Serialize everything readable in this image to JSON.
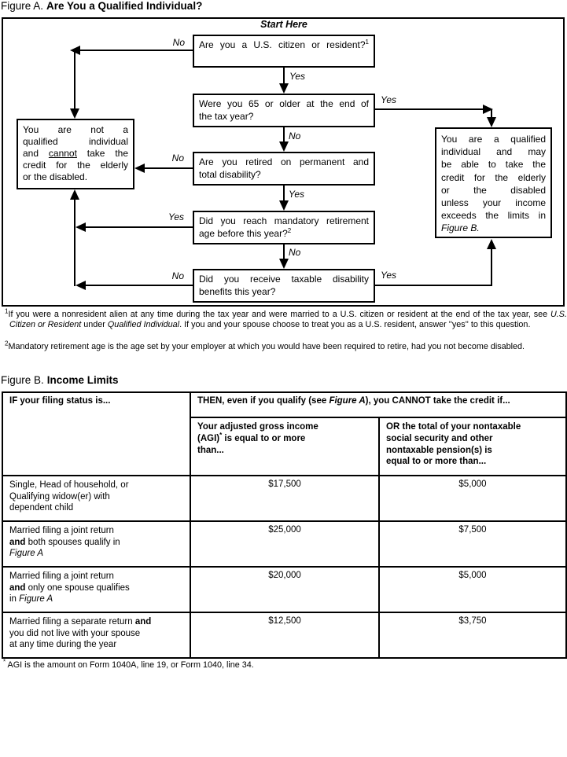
{
  "figure_a": {
    "title_prefix": "Figure A.",
    "title": "Are You a Qualified Individual?",
    "start_here": "Start Here",
    "yes": "Yes",
    "no": "No",
    "q1_segs": [
      {
        "t": "Are you a U.S. citizen or resident?"
      },
      {
        "t": "1",
        "s": "sup"
      }
    ],
    "q2_line1": "Were you 65 or older at the end of",
    "q2_line2": "the tax year?",
    "q3_line1": "Are you retired on permanent and",
    "q3_line2": "total disability?",
    "q4_line1": "Did you reach mandatory retirement",
    "q4_line2_segs": [
      {
        "t": "age before this year?"
      },
      {
        "t": "2",
        "s": "sup"
      }
    ],
    "q5_line1": "Did you receive taxable disability",
    "q5_line2": "benefits this year?",
    "not_qualified": {
      "l1": "You are not a",
      "l2": "qualified individual",
      "l3_segs": [
        {
          "t": "and "
        },
        {
          "t": "cannot",
          "s": "u"
        },
        {
          "t": " take the"
        }
      ],
      "l4": "credit for the elderly",
      "l5": "or the disabled."
    },
    "qualified": {
      "l1": "You are a qualified",
      "l2": "individual and may",
      "l3": "be able to take the",
      "l4": "credit for the elderly",
      "l5": "or the disabled",
      "l6": "unless your income",
      "l7": "exceeds the limits in",
      "l8_segs": [
        {
          "t": "Figure B.",
          "s": "i"
        }
      ]
    },
    "footnote1_segs": [
      {
        "t": "1",
        "s": "sup"
      },
      {
        "t": "If you were a nonresident alien at any time during the tax year and were married to a U.S. citizen or resident at the end of the tax year, see "
      },
      {
        "t": "U.S. Citizen or Resident",
        "s": "i"
      },
      {
        "t": " under "
      },
      {
        "t": "Qualified Individual",
        "s": "i"
      },
      {
        "t": ". If you and your spouse choose to treat you as a U.S. resident, answer ''yes'' to this question."
      }
    ],
    "footnote2_segs": [
      {
        "t": "2",
        "s": "sup"
      },
      {
        "t": "Mandatory retirement age is the age set by your employer at which you would have been required to retire, had you not become disabled."
      }
    ]
  },
  "figure_b": {
    "title_prefix": "Figure B.",
    "title": "Income Limits",
    "if_header": "IF your filing status is...",
    "then_header_segs": [
      {
        "t": "THEN, even if you qualify (see "
      },
      {
        "t": "Figure A",
        "s": "i"
      },
      {
        "t": "), you CANNOT take the credit if..."
      }
    ],
    "agi_header_segs": [
      {
        "t": "Your adjusted gross income"
      },
      {
        "br": true
      },
      {
        "t": "(AGI)"
      },
      {
        "t": "*",
        "s": "sup"
      },
      {
        "t": " is equal to or more"
      },
      {
        "br": true
      },
      {
        "t": "than..."
      }
    ],
    "pension_header": "OR the total of your nontaxable\nsocial security and other\nnontaxable pension(s) is\nequal to or more than...",
    "rows": [
      {
        "status_segs": [
          {
            "t": "Single, Head of household, or"
          },
          {
            "br": true
          },
          {
            "t": "Qualifying widow(er) with"
          },
          {
            "br": true
          },
          {
            "t": "dependent child"
          }
        ],
        "agi": "$17,500",
        "pension": "$5,000"
      },
      {
        "status_segs": [
          {
            "t": "Married filing a joint return"
          },
          {
            "br": true
          },
          {
            "t": "and",
            "s": "b"
          },
          {
            "t": " both spouses qualify in"
          },
          {
            "br": true
          },
          {
            "t": "Figure A",
            "s": "i"
          }
        ],
        "agi": "$25,000",
        "pension": "$7,500"
      },
      {
        "status_segs": [
          {
            "t": "Married filing a joint return"
          },
          {
            "br": true
          },
          {
            "t": "and",
            "s": "b"
          },
          {
            "t": " only one spouse qualifies"
          },
          {
            "br": true
          },
          {
            "t": "in "
          },
          {
            "t": "Figure A",
            "s": "i"
          }
        ],
        "agi": "$20,000",
        "pension": "$5,000"
      },
      {
        "status_segs": [
          {
            "t": "Married filing a separate return "
          },
          {
            "t": "and",
            "s": "b"
          },
          {
            "br": true
          },
          {
            "t": "you did not live with your spouse"
          },
          {
            "br": true
          },
          {
            "t": "at any time during the year"
          }
        ],
        "agi": "$12,500",
        "pension": "$3,750"
      }
    ],
    "footnote_segs": [
      {
        "t": "*",
        "s": "sup"
      },
      {
        "t": " AGI is the amount on Form 1040A, line 19, or Form 1040, line 34."
      }
    ]
  }
}
